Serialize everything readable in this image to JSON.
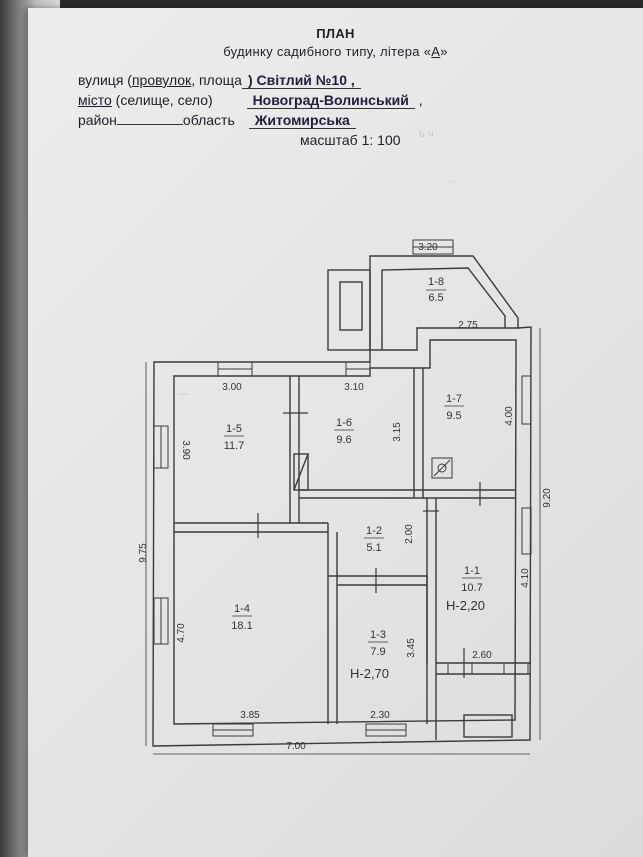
{
  "document": {
    "title": "ПЛАН",
    "subtitle_prefix": "будинку садибного типу, літера «",
    "subtitle_letter": "А",
    "subtitle_suffix": "»",
    "street_label_a": "вулиця (",
    "street_label_b": "провулок",
    "street_label_c": ", площа",
    "street_value": ") Світлий  №10 ,",
    "city_label_a": "місто",
    "city_label_b": "  (селище, село)",
    "city_value": "Новоград-Волинський",
    "city_suffix": " ,",
    "district_label": "район",
    "region_label": "область",
    "region_value": "Житомирська",
    "scale": "масштаб 1: 100"
  },
  "plan": {
    "overall_length": "7.00",
    "overall_width": "9.75",
    "right_width": "9.20",
    "rooms": [
      {
        "id": "1-1",
        "area": "10.7"
      },
      {
        "id": "1-2",
        "area": "5.1"
      },
      {
        "id": "1-3",
        "area": "7.9"
      },
      {
        "id": "1-4",
        "area": "18.1"
      },
      {
        "id": "1-5",
        "area": "11.7"
      },
      {
        "id": "1-6",
        "area": "9.6"
      },
      {
        "id": "1-7",
        "area": "9.5"
      },
      {
        "id": "1-8",
        "area": "6.5"
      }
    ],
    "dimensions": [
      "3.20",
      "2.75",
      "3.00",
      "3.10",
      "3.90",
      "3.15",
      "4.00",
      "2.00",
      "4.10",
      "4.70",
      "3.45",
      "3.85",
      "2.30",
      "2.60"
    ],
    "heights": [
      "Н-2,20",
      "Н-2,70"
    ]
  }
}
